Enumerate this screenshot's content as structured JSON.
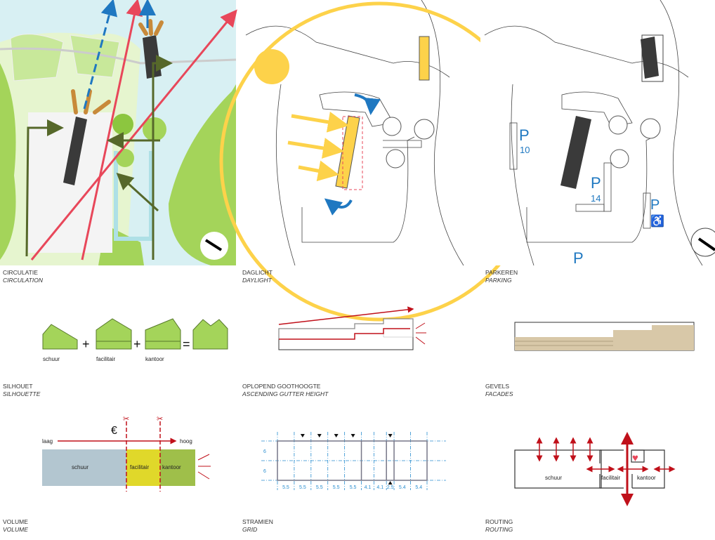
{
  "panels": {
    "circulation": {
      "title": "CIRCULATIE",
      "subtitle": "CIRCULATION"
    },
    "daylight": {
      "title": "DAGLICHT",
      "subtitle": "DAYLIGHT"
    },
    "parking": {
      "title": "PARKEREN",
      "subtitle": "PARKING",
      "symbol": "P",
      "counts": [
        "10",
        "14"
      ]
    },
    "silhouette": {
      "title": "SILHOUET",
      "subtitle": "SILHOUETTE",
      "parts": [
        "schuur",
        "facilitair",
        "kantoor"
      ],
      "operators": [
        "+",
        "+",
        "="
      ]
    },
    "gutter": {
      "title": "OPLOPEND GOOTHOOGTE",
      "subtitle": "ASCENDING GUTTER HEIGHT"
    },
    "facades": {
      "title": "GEVELS",
      "subtitle": "FACADES"
    },
    "volume": {
      "title": "VOLUME",
      "subtitle": "VOLUME",
      "low": "laag",
      "high": "hoog",
      "currency": "€",
      "parts": [
        "schuur",
        "facilitair",
        "kantoor"
      ]
    },
    "grid": {
      "title": "STRAMIEN",
      "subtitle": "GRID",
      "row_spans": [
        "6",
        "6"
      ],
      "col_spans": [
        "5.5",
        "5.5",
        "5.5",
        "5.5",
        "5.5",
        "4.1",
        "4.1",
        "2.5",
        "5.4",
        "5.4"
      ]
    },
    "routing": {
      "title": "ROUTING",
      "subtitle": "ROUTING",
      "parts": [
        "schuur",
        "facilitair",
        "kantoor"
      ]
    }
  },
  "colors": {
    "green": "#a4d45a",
    "water": "#d8f0f3",
    "red": "#e8475a",
    "blue": "#1f78c1",
    "sun": "#fdd24a",
    "dark": "#3a3a3a",
    "arrow_red": "#c0101a"
  }
}
